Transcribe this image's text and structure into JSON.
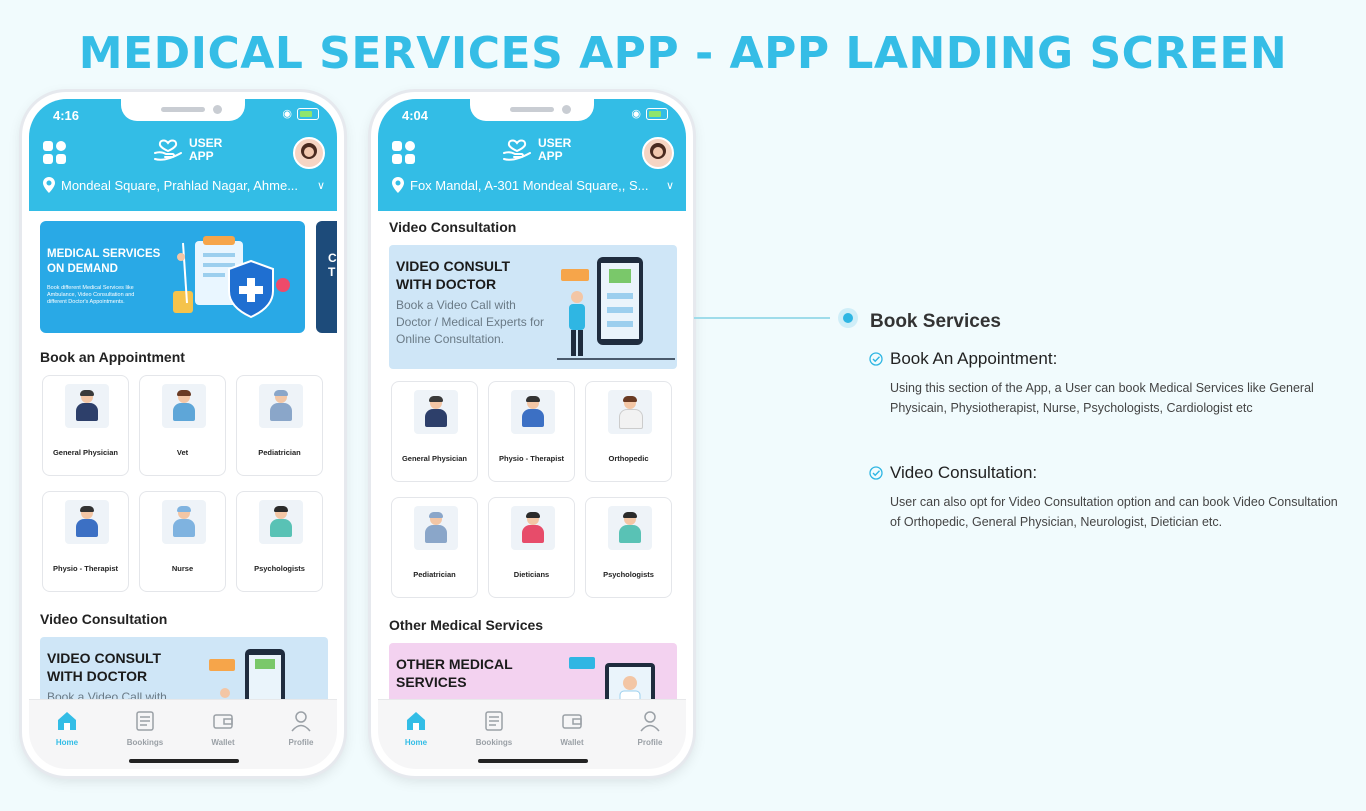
{
  "page_title": "MEDICAL SERVICES APP - APP LANDING SCREEN",
  "phones": [
    {
      "status_time": "4:16",
      "brand": {
        "line1": "USER",
        "line2": "APP"
      },
      "location": "Mondeal Square, Prahlad Nagar, Ahme...",
      "hero": {
        "title_line1": "MEDICAL SERVICES",
        "title_line2": "ON DEMAND",
        "subtitle": "Book different Medical Services like Ambulance, Video Consultation and different Doctor's Appointments.",
        "peek_text": "C T"
      },
      "book_title": "Book an Appointment",
      "services": [
        "General Physician",
        "Vet",
        "Pediatrician",
        "Physio - Therapist",
        "Nurse",
        "Psychologists"
      ],
      "video_title": "Video Consultation",
      "promo": {
        "title_line1": "VIDEO CONSULT",
        "title_line2": "WITH DOCTOR",
        "subtitle": "Book a Video Call with"
      }
    },
    {
      "status_time": "4:04",
      "brand": {
        "line1": "USER",
        "line2": "APP"
      },
      "location": "Fox Mandal, A-301 Mondeal Square,, S...",
      "video_title": "Video Consultation",
      "promo": {
        "title_line1": "VIDEO CONSULT",
        "title_line2": "WITH DOCTOR",
        "subtitle": "Book a Video Call with Doctor / Medical Experts for Online Consultation."
      },
      "services": [
        "General Physician",
        "Physio - Therapist",
        "Orthopedic",
        "Pediatrician",
        "Dieticians",
        "Psychologists"
      ],
      "other_title": "Other Medical Services",
      "other_promo": {
        "title_line1": "OTHER MEDICAL",
        "title_line2": "SERVICES"
      }
    }
  ],
  "nav": [
    "Home",
    "Bookings",
    "Wallet",
    "Profile"
  ],
  "right_panel": {
    "heading": "Book Services",
    "features": [
      {
        "title": "Book An Appointment:",
        "desc": "Using this section of the App, a User can book Medical Services like General Physicain, Physiotherapist, Nurse, Psychologists, Cardiologist etc"
      },
      {
        "title": "Video Consultation:",
        "desc": "User can also opt for Video Consultation option and can book Video Consultation of Orthopedic, General Physician, Neurologist, Dietician etc."
      }
    ]
  },
  "colors": {
    "brand": "#33bde6",
    "title": "#35bde6",
    "hero": "#29a9e6",
    "promo_blue": "#cfe6f7",
    "promo_pink": "#f3d2f0"
  }
}
